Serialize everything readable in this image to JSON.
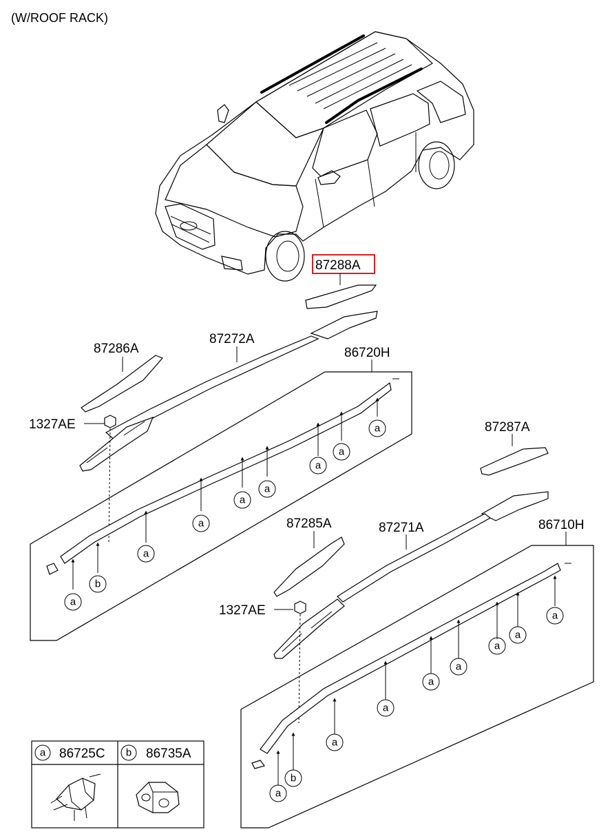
{
  "header": {
    "title": "(W/ROOF RACK)"
  },
  "parts": {
    "p87288A": "87288A",
    "p87286A": "87286A",
    "p87272A": "87272A",
    "p86720H": "86720H",
    "p1327AE_top": "1327AE",
    "p87287A": "87287A",
    "p87285A": "87285A",
    "p87271A": "87271A",
    "p86710H": "86710H",
    "p1327AE_bottom": "1327AE"
  },
  "clip_letters": {
    "a": "a",
    "b": "b"
  },
  "legend": [
    {
      "letter": "a",
      "part": "86725C"
    },
    {
      "letter": "b",
      "part": "86735A"
    }
  ],
  "highlight_color": "#d62020"
}
